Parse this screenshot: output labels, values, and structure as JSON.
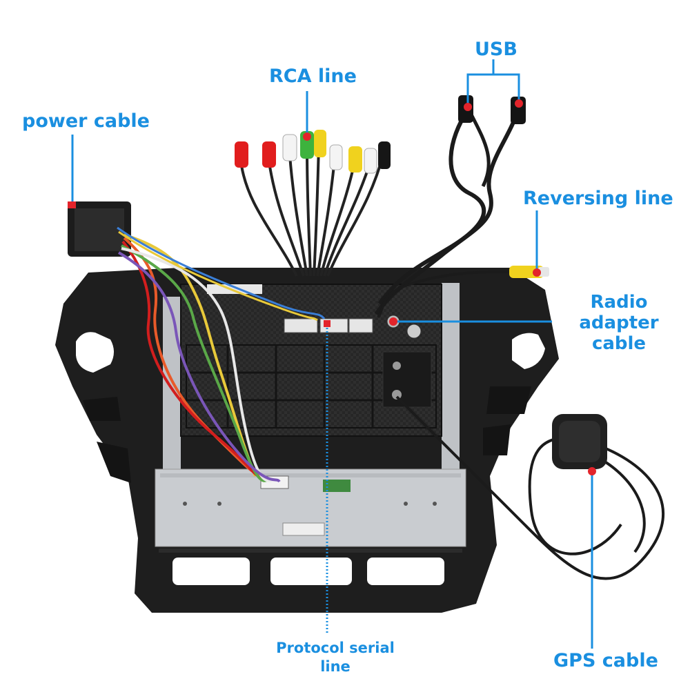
{
  "labels": {
    "power_cable": "power cable",
    "rca_line": "RCA line",
    "usb": "USB",
    "reversing_line": "Reversing line",
    "radio_line1": "Radio",
    "radio_line2": "adapter cable",
    "protocol_line1": "Protocol serial",
    "protocol_line2": "line",
    "gps_cable": "GPS cable"
  },
  "colors": {
    "label_blue": "#1a8fe0",
    "marker_red": "#e3242b",
    "frame_black": "#1e1e1e",
    "metal_plate": "#c9ccd0"
  }
}
